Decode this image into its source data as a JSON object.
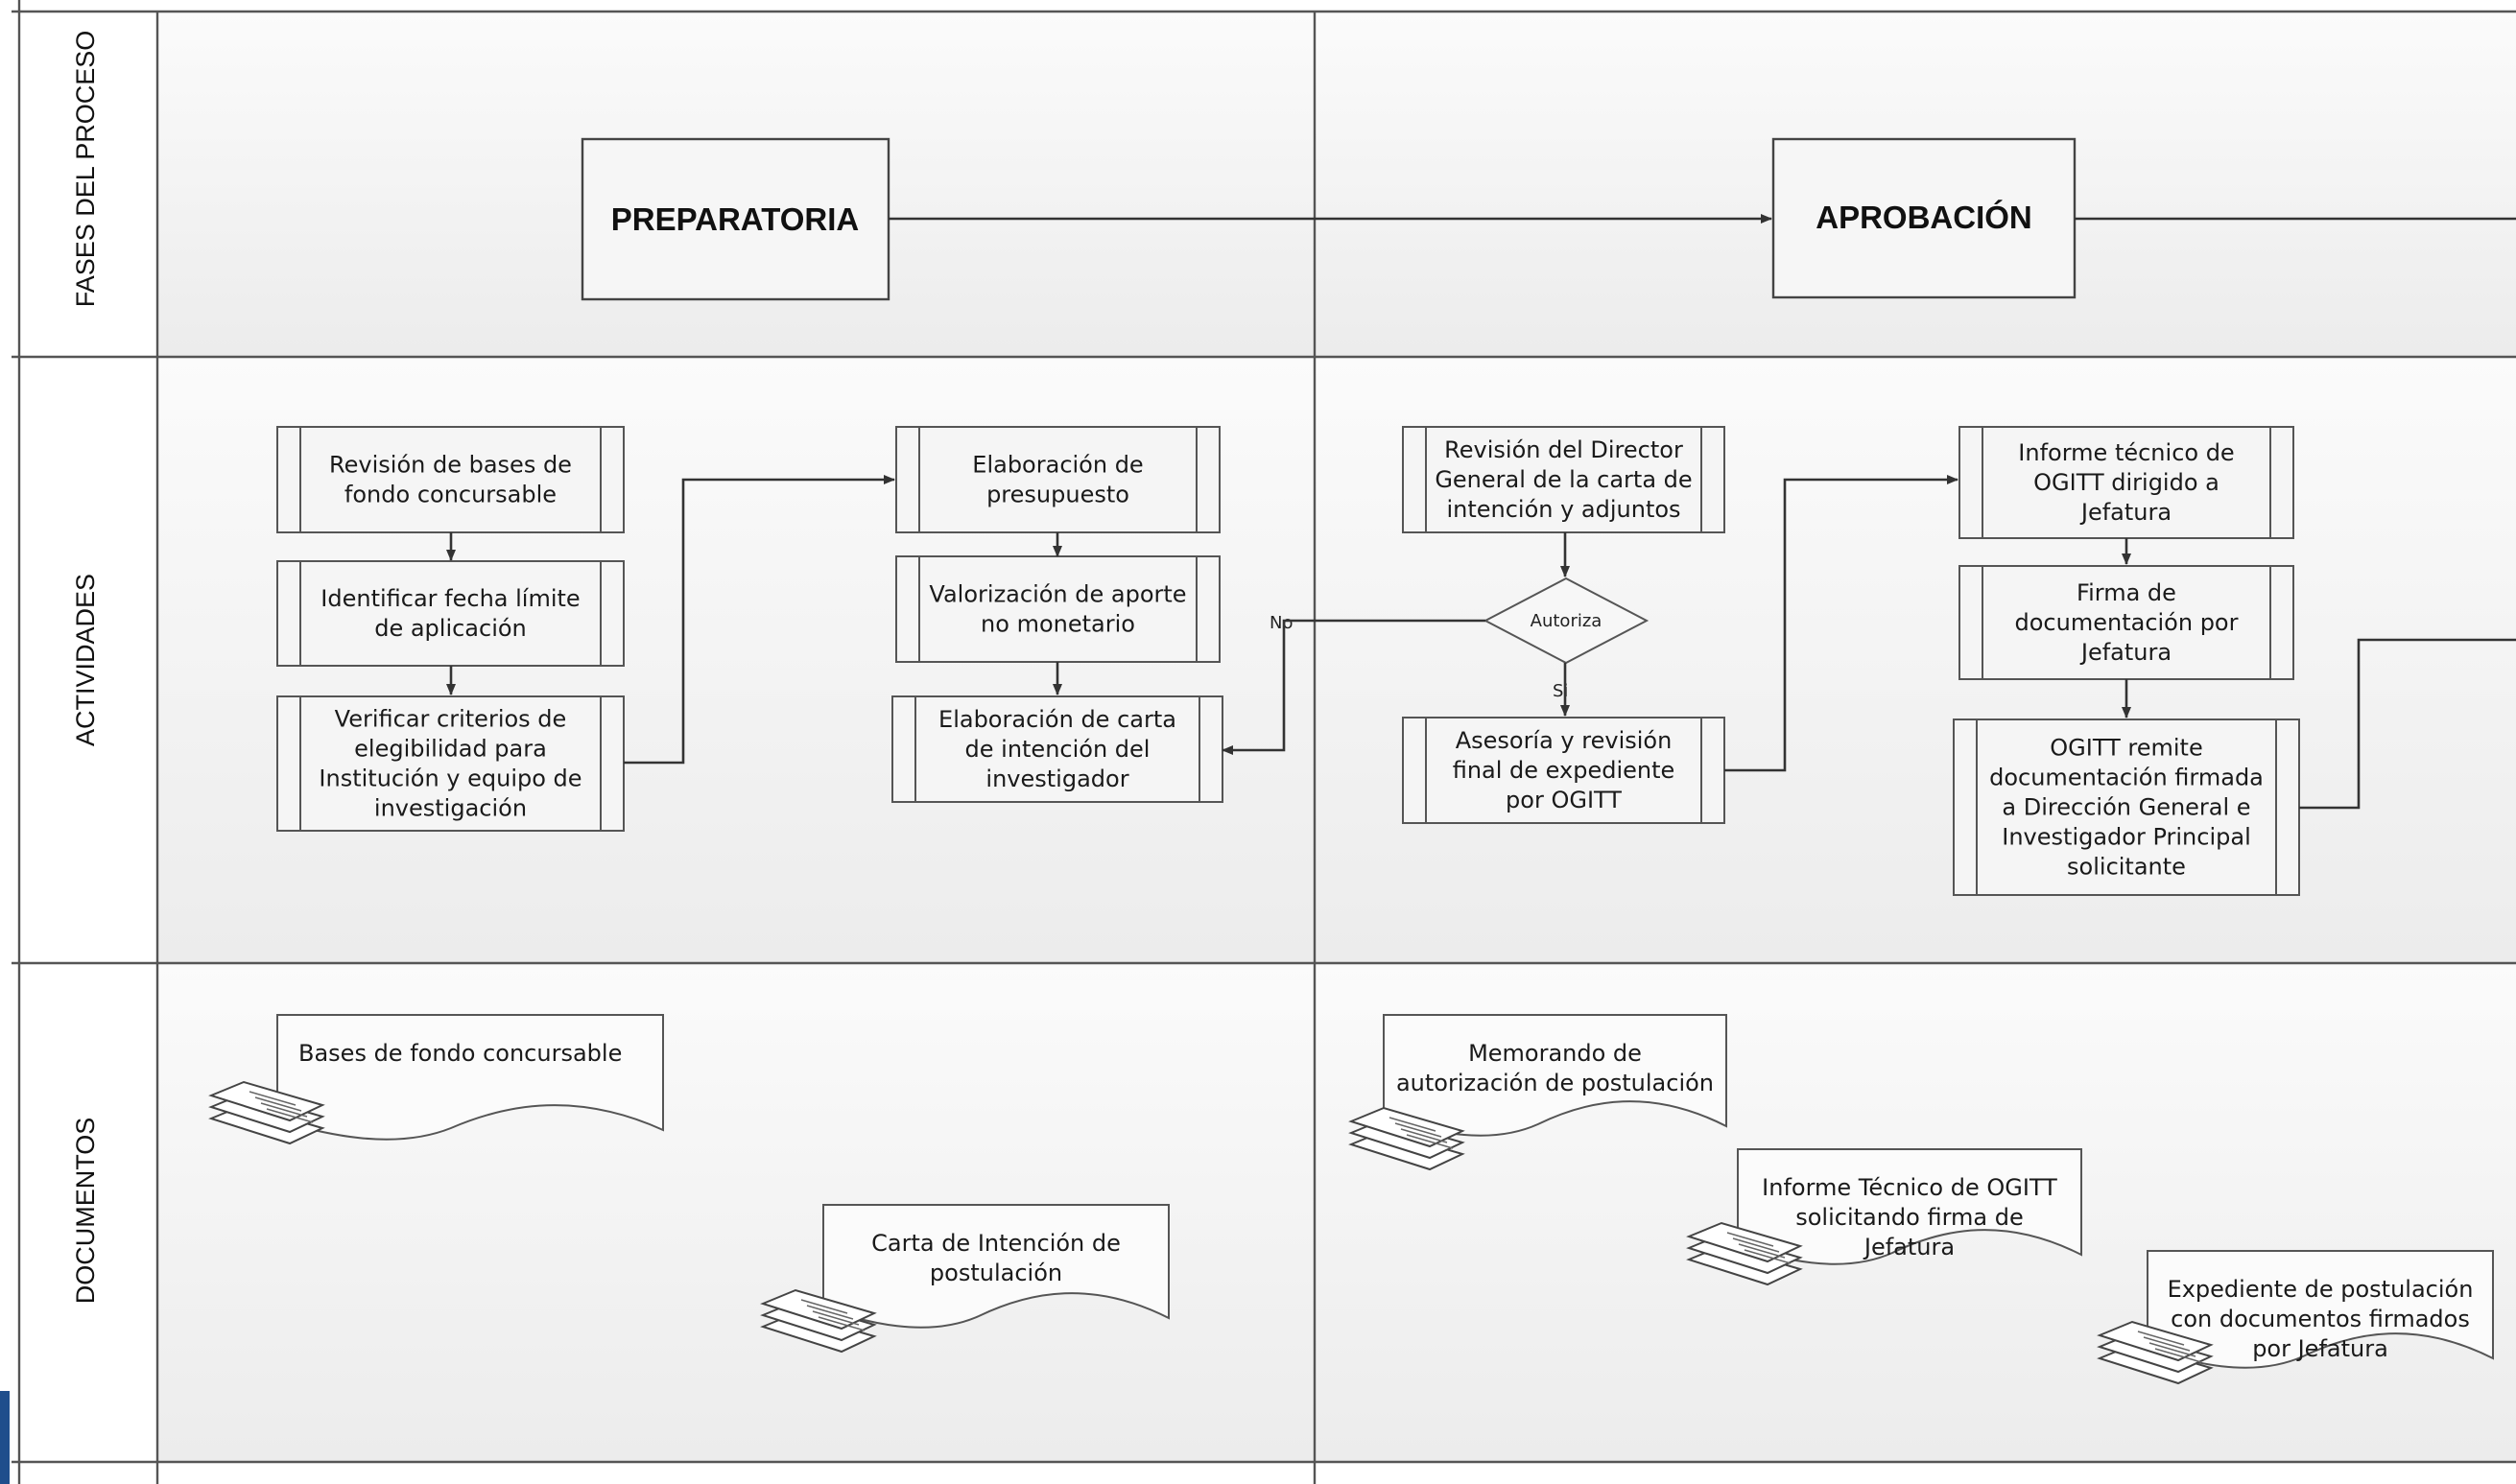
{
  "lanes": {
    "fases": "FASES DEL PROCESO",
    "actividades": "ACTIVIDADES",
    "documentos": "DOCUMENTOS"
  },
  "phases": {
    "preparatoria": "PREPARATORIA",
    "aprobacion": "APROBACIÓN"
  },
  "activities": {
    "revision_bases": [
      "Revisión de bases de",
      "fondo concursable"
    ],
    "identificar_fecha": [
      "Identificar fecha límite",
      "de aplicación"
    ],
    "verificar_criterios": [
      "Verificar criterios de",
      "elegibilidad para",
      "Institución y equipo de",
      "investigación"
    ],
    "elaboracion_presupuesto": [
      "Elaboración de",
      "presupuesto"
    ],
    "valorizacion_aporte": [
      "Valorización de aporte",
      "no monetario"
    ],
    "elaboracion_carta": [
      "Elaboración de carta",
      "de intención del",
      "investigador"
    ],
    "revision_director": [
      "Revisión del Director",
      "General de la carta de",
      "intención y adjuntos"
    ],
    "decision": "Autoriza",
    "label_no": "No",
    "label_si": "Si",
    "asesoria_revision": [
      "Asesoría y revisión",
      "final de expediente",
      "por OGITT"
    ],
    "informe_tecnico": [
      "Informe técnico de",
      "OGITT dirigido a",
      "Jefatura"
    ],
    "firma_documentacion": [
      "Firma de",
      "documentación por",
      "Jefatura"
    ],
    "ogitt_remite": [
      "OGITT remite",
      "documentación firmada",
      "a Dirección General e",
      "Investigador Principal",
      "solicitante"
    ]
  },
  "documents": {
    "bases": [
      "Bases de fondo concursable"
    ],
    "carta": [
      "Carta de Intención de",
      "postulación"
    ],
    "memorando": [
      "Memorando de",
      "autorización de postulación"
    ],
    "informe": [
      "Informe Técnico de OGITT",
      "solicitando firma de",
      "Jefatura"
    ],
    "expediente": [
      "Expediente de postulación",
      "con documentos firmados",
      "por Jefatura"
    ]
  },
  "colors": {
    "lane_header": "#ffffff",
    "lane_bg": "#f2f2f2",
    "border": "#555555",
    "accent_strip": "#1f4e8c"
  }
}
